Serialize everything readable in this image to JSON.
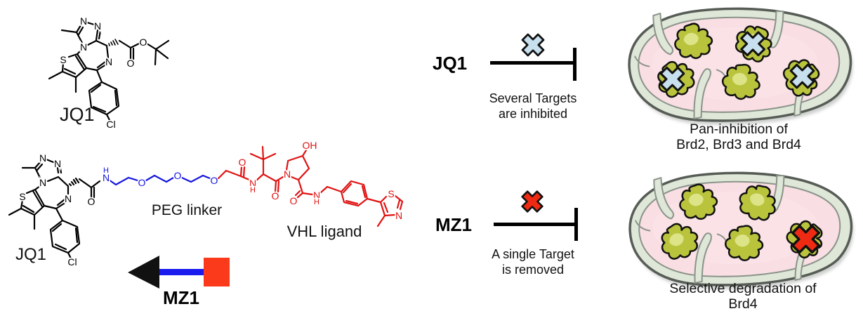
{
  "figure": {
    "left": {
      "jq1_label": "JQ1",
      "mz1_jq1_label": "JQ1",
      "peg_label": "PEG linker",
      "vhl_label": "VHL ligand",
      "mz1_arrow_label": "MZ1"
    },
    "middle": {
      "jq1_name": "JQ1",
      "jq1_caption1": "Several Targets",
      "jq1_caption2": "are inhibited",
      "mz1_name": "MZ1",
      "mz1_caption1": "A single Target",
      "mz1_caption2": "is removed"
    },
    "right": {
      "top_caption1": "Pan-inhibition of",
      "top_caption2": "Brd2, Brd3 and Brd4",
      "bottom_caption1": "Selective degradation of",
      "bottom_caption2": "Brd4"
    }
  },
  "atoms": {
    "n": "N",
    "s": "S",
    "o": "O",
    "cl": "Cl",
    "oh": "OH",
    "h": "H"
  },
  "colors": {
    "peg_blue": "#1515e0",
    "vhl_red": "#e01212",
    "arrow_blue": "#1a1aee",
    "arrow_red": "#fa3a1a",
    "inhibit_cross_blue": "#c8dfee",
    "degrade_cross_red": "#ee2b12",
    "protein_green": "#b9c43c",
    "cell_membrane": "#dfe7d9",
    "cell_cytoplasm": "#f9dee3"
  }
}
